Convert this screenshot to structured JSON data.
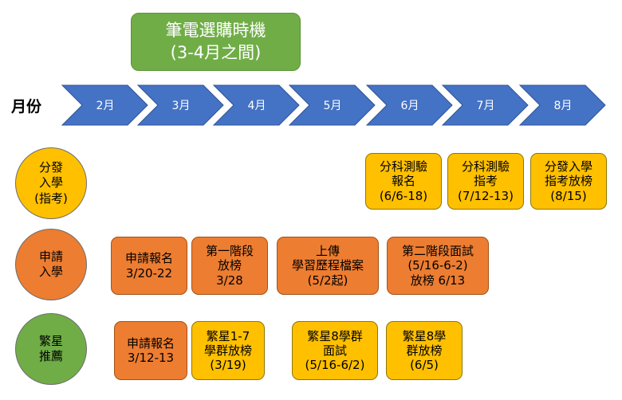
{
  "banner": {
    "text": "筆電選購時機\n(3-4月之間)"
  },
  "timeline": {
    "label": "月份",
    "months": [
      "2月",
      "3月",
      "4月",
      "5月",
      "6月",
      "7月",
      "8月"
    ],
    "color": "#4472c4"
  },
  "rows": {
    "fenfa": {
      "label": "分發\n入學\n(指考)",
      "color": "#ffc000",
      "events": [
        "分科測驗\n報名\n(6/6-18)",
        "分科測驗\n指考\n(7/12-13)",
        "分發入學\n指考放榜\n(8/15)"
      ]
    },
    "shenqing": {
      "label": "申請\n入學",
      "color": "#ed7d31",
      "events": [
        "申請報名\n3/20-22",
        "第一階段\n放榜\n3/28",
        "上傳\n學習歷程檔案\n(5/2起)",
        "第二階段面試\n(5/16-6-2)\n放榜 6/13"
      ]
    },
    "fanxing": {
      "label": "繁星\n推薦",
      "color": "#70ad47",
      "events": [
        "申請報名\n3/12-13",
        "繁星1-7\n學群放榜\n(3/19)",
        "繁星8學群\n面試\n(5/16-6/2)",
        "繁星8學\n群放榜\n(6/5)"
      ]
    }
  }
}
